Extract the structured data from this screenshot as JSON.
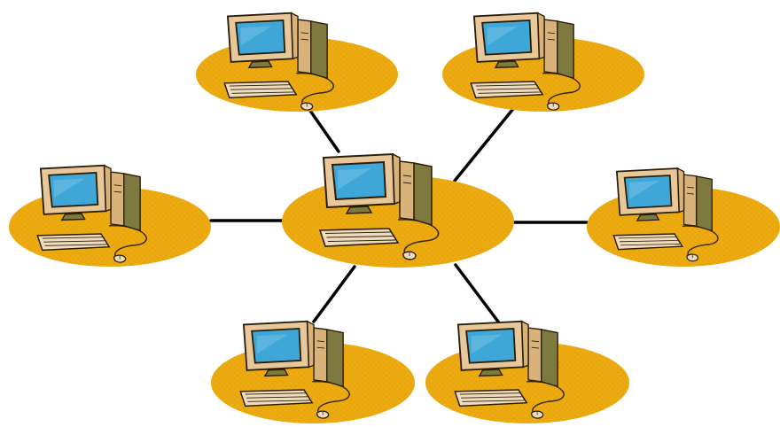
{
  "diagram": {
    "type": "star network topology",
    "hub": {
      "id": "hub",
      "icon": "desktop-computer-icon"
    },
    "nodes": [
      {
        "id": "node-top-left",
        "icon": "desktop-computer-icon"
      },
      {
        "id": "node-top-right",
        "icon": "desktop-computer-icon"
      },
      {
        "id": "node-left",
        "icon": "desktop-computer-icon"
      },
      {
        "id": "node-right",
        "icon": "desktop-computer-icon"
      },
      {
        "id": "node-bottom-left",
        "icon": "desktop-computer-icon"
      },
      {
        "id": "node-bottom-right",
        "icon": "desktop-computer-icon"
      }
    ],
    "links": [
      {
        "from": "hub",
        "to": "node-top-left"
      },
      {
        "from": "hub",
        "to": "node-top-right"
      },
      {
        "from": "hub",
        "to": "node-left"
      },
      {
        "from": "hub",
        "to": "node-right"
      },
      {
        "from": "hub",
        "to": "node-bottom-left"
      },
      {
        "from": "hub",
        "to": "node-bottom-right"
      }
    ]
  },
  "colors": {
    "pad": "#EBAA10",
    "pad_speckle": "#D98F00",
    "link": "#000000",
    "screen": "#3FA6D8",
    "monitor_body": "#E8C89A",
    "tower_front": "#D9B27A",
    "tower_side": "#7E7A3F",
    "keyboard": "#EEDCBC",
    "cable": "#3A2A10",
    "outline": "#2A1E08"
  }
}
